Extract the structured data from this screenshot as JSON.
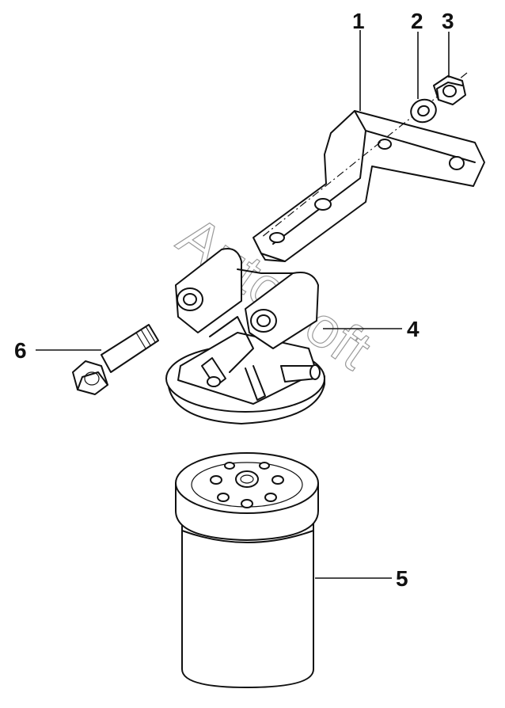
{
  "watermark": "AutoSoft",
  "callouts": [
    {
      "id": "1",
      "label": "1"
    },
    {
      "id": "2",
      "label": "2"
    },
    {
      "id": "3",
      "label": "3"
    },
    {
      "id": "4",
      "label": "4"
    },
    {
      "id": "5",
      "label": "5"
    },
    {
      "id": "6",
      "label": "6"
    }
  ]
}
